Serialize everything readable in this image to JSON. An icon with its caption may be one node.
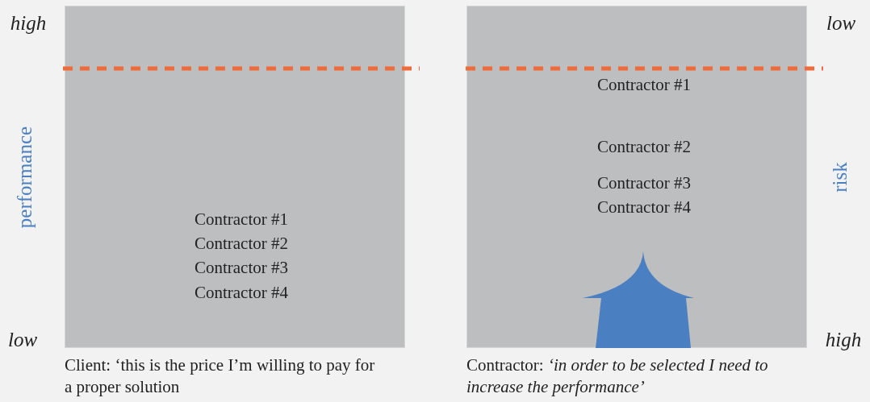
{
  "diagram": {
    "nodes": [
      {
        "text": [],
        "shape": "box",
        "beside": [
          "Client: ‘this is the price I’m willing to pay for a proper solution"
        ]
      },
      {
        "text": [
          "Contractor #1"
        ],
        "in": 0
      },
      {
        "text": [
          "Contractor #2"
        ],
        "in": 0
      },
      {
        "text": [
          "Contractor #3"
        ],
        "in": 0
      },
      {
        "text": [
          "Contractor #4"
        ],
        "in": 0
      },
      {
        "text": [],
        "shape": "box",
        "beside": [
          "Contractor: *‘in order to be selected I need to increase the performance’*"
        ]
      },
      {
        "text": [
          "Contractor #1"
        ],
        "in": 5
      },
      {
        "text": [
          "Contractor #2"
        ],
        "in": 5
      },
      {
        "text": [
          "Contractor #3"
        ],
        "in": 5
      },
      {
        "text": [
          "Contractor #4"
        ],
        "in": 5
      }
    ],
    "labels": [
      "high",
      "low",
      "performance",
      "risk",
      "low",
      "high"
    ]
  }
}
